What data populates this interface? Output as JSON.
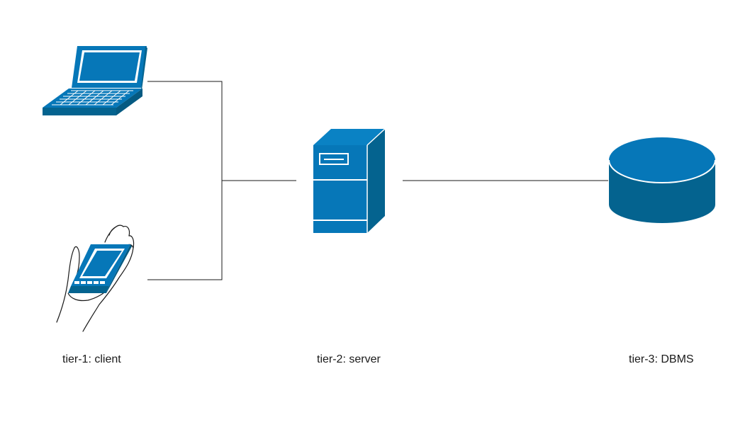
{
  "labels": {
    "tier1": "tier-1: client",
    "tier2": "tier-2: server",
    "tier3": "tier-3: DBMS"
  },
  "icons": {
    "laptop": "laptop-icon",
    "mobile": "handheld-device-icon",
    "server": "server-tower-icon",
    "database": "database-cylinder-icon"
  },
  "colors": {
    "icon_fill": "#0677b8",
    "icon_dark": "#04638f",
    "line": "#1a1a1a"
  }
}
